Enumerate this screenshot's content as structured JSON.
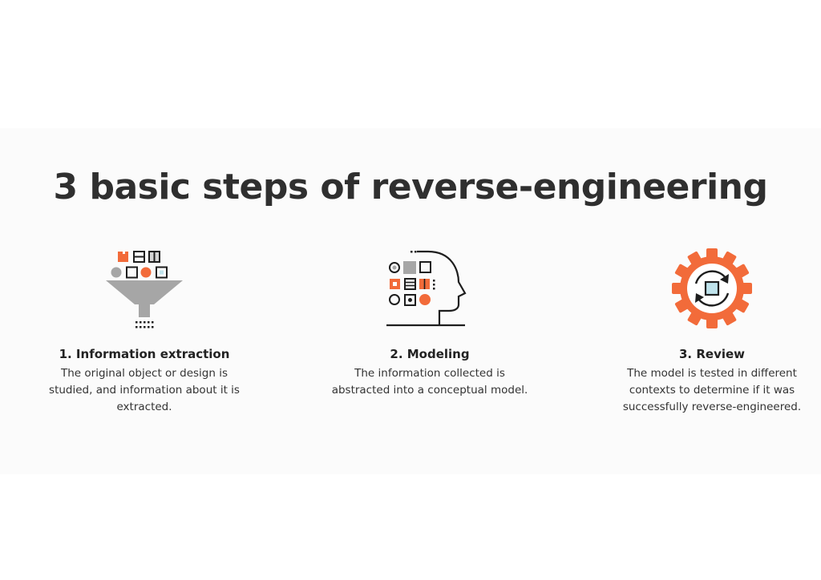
{
  "title": "3 basic steps of reverse-engineering",
  "colors": {
    "accent": "#f26b3a",
    "dark": "#1e1e1e",
    "gray": "#a6a6a6"
  },
  "steps": [
    {
      "title": "1. Information extraction",
      "description": "The original object or design is studied, and information about it is extracted.",
      "icon": "funnel-icon"
    },
    {
      "title": "2. Modeling",
      "description": "The information collected is abstracted into a conceptual model.",
      "icon": "head-model-icon"
    },
    {
      "title": "3. Review",
      "description": "The model is tested in different contexts to determine if it was successfully reverse-engineered.",
      "icon": "gear-cycle-icon"
    }
  ]
}
